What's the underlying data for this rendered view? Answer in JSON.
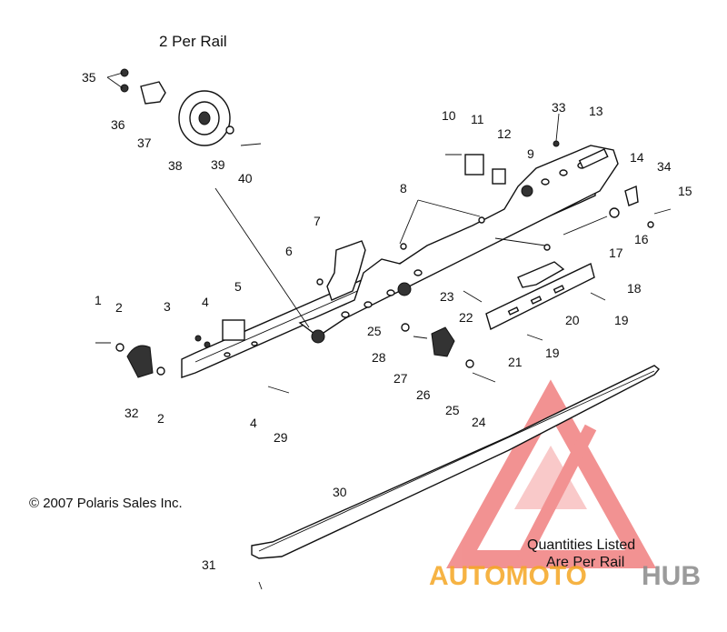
{
  "header": {
    "title": "2 Per Rail"
  },
  "footer": {
    "copyright": "© 2007 Polaris Sales Inc."
  },
  "note": {
    "line1": "Quantities Listed",
    "line2": "Are Per Rail"
  },
  "watermark": {
    "part1": "AUTOMOTO",
    "part2": "HUB",
    "color_part1": "#f5a623",
    "color_part2": "#8a8a8a",
    "triangle_color": "#e83a3a"
  },
  "callouts": [
    "1",
    "2",
    "2",
    "3",
    "4",
    "4",
    "5",
    "6",
    "7",
    "8",
    "9",
    "10",
    "11",
    "12",
    "13",
    "14",
    "15",
    "16",
    "17",
    "18",
    "19",
    "19",
    "20",
    "21",
    "22",
    "23",
    "24",
    "25",
    "25",
    "26",
    "27",
    "28",
    "29",
    "30",
    "31",
    "32",
    "33",
    "34",
    "35",
    "36",
    "37",
    "38",
    "39",
    "40"
  ]
}
